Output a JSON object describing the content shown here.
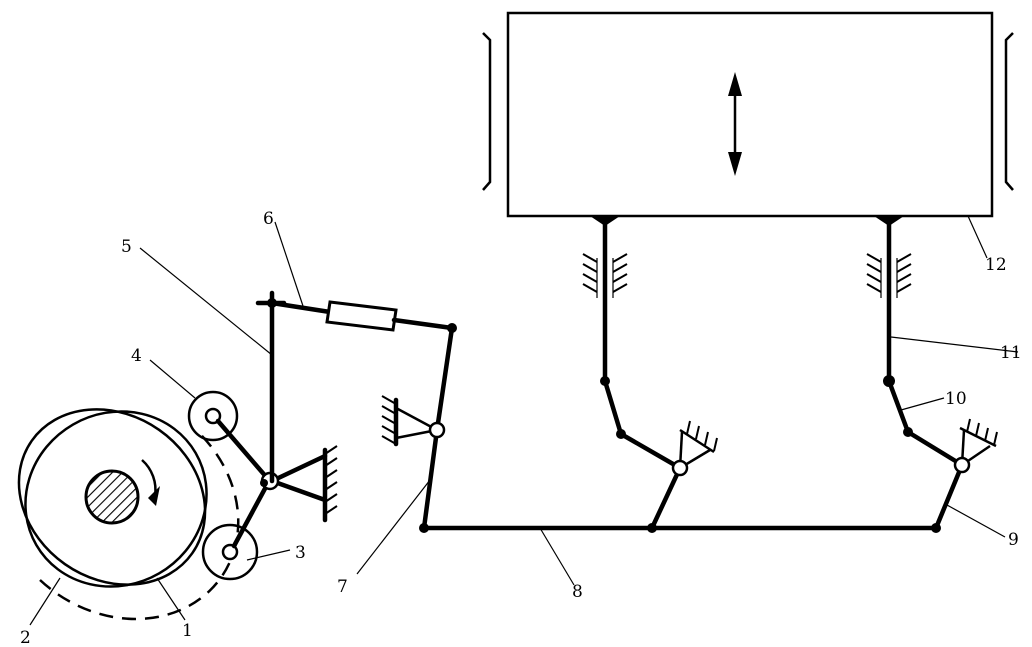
{
  "diagram": {
    "part_labels": {
      "p1": "1",
      "p2": "2",
      "p3": "3",
      "p4": "4",
      "p5": "5",
      "p6": "6",
      "p7": "7",
      "p8": "8",
      "p9": "9",
      "p10": "10",
      "p11": "11",
      "p12": "12"
    }
  }
}
